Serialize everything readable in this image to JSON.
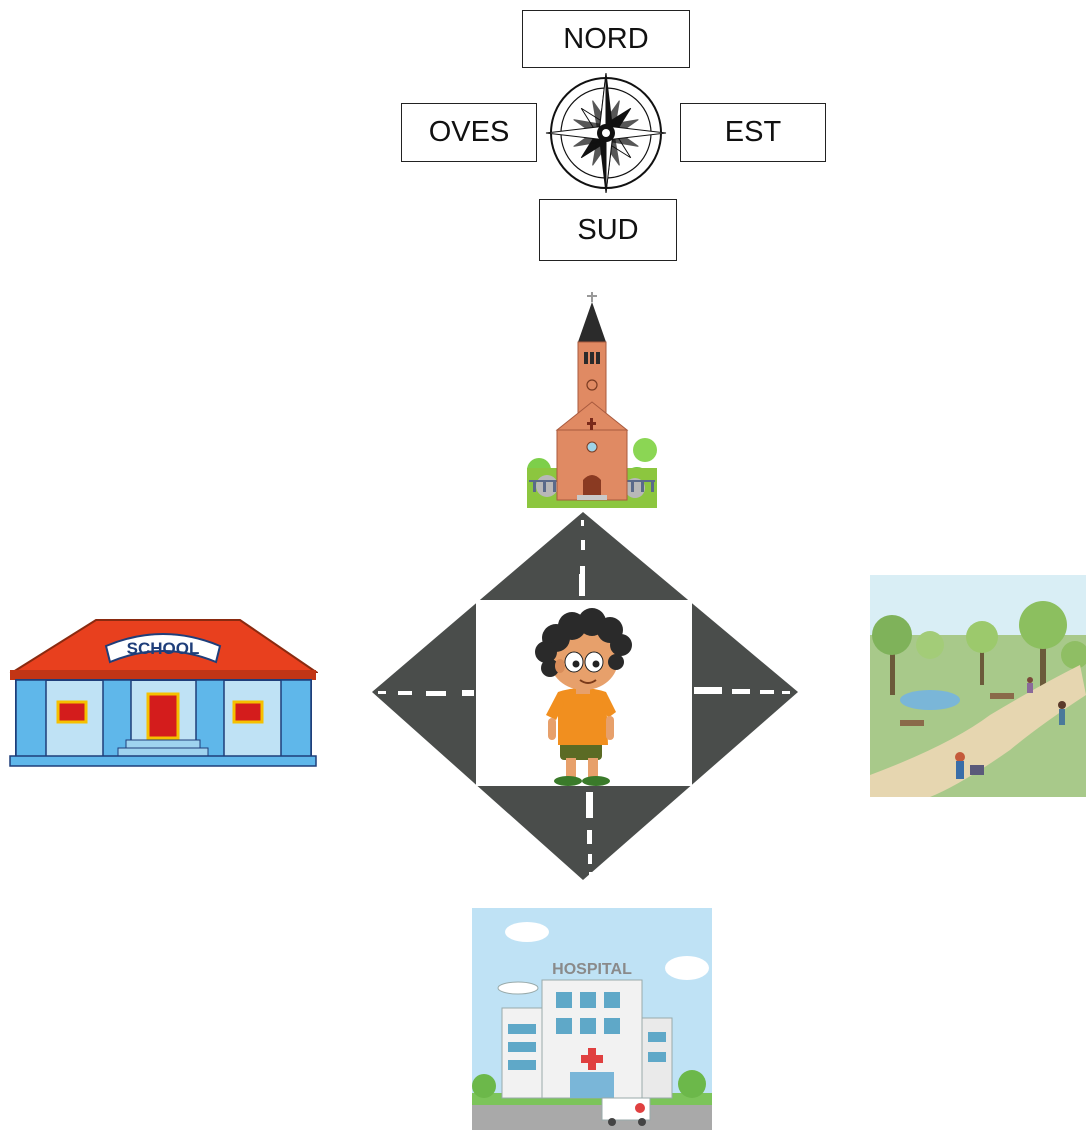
{
  "compass": {
    "north": "NORD",
    "west": "OVES",
    "east": "EST",
    "south": "SUD"
  },
  "buildings": {
    "school_sign": "SCHOOL",
    "hospital_sign": "HOSPITAL"
  },
  "colors": {
    "road": "#4a4d4b",
    "road_marking": "#ffffff",
    "church_brick": "#e08a63",
    "school_roof": "#e8401e",
    "school_wall": "#5fb7ea",
    "grass": "#8cc63f",
    "sky": "#bfe2f5"
  },
  "icons": [
    "compass-rose-icon",
    "church-icon",
    "school-icon",
    "park-icon",
    "hospital-icon",
    "boy-icon"
  ]
}
